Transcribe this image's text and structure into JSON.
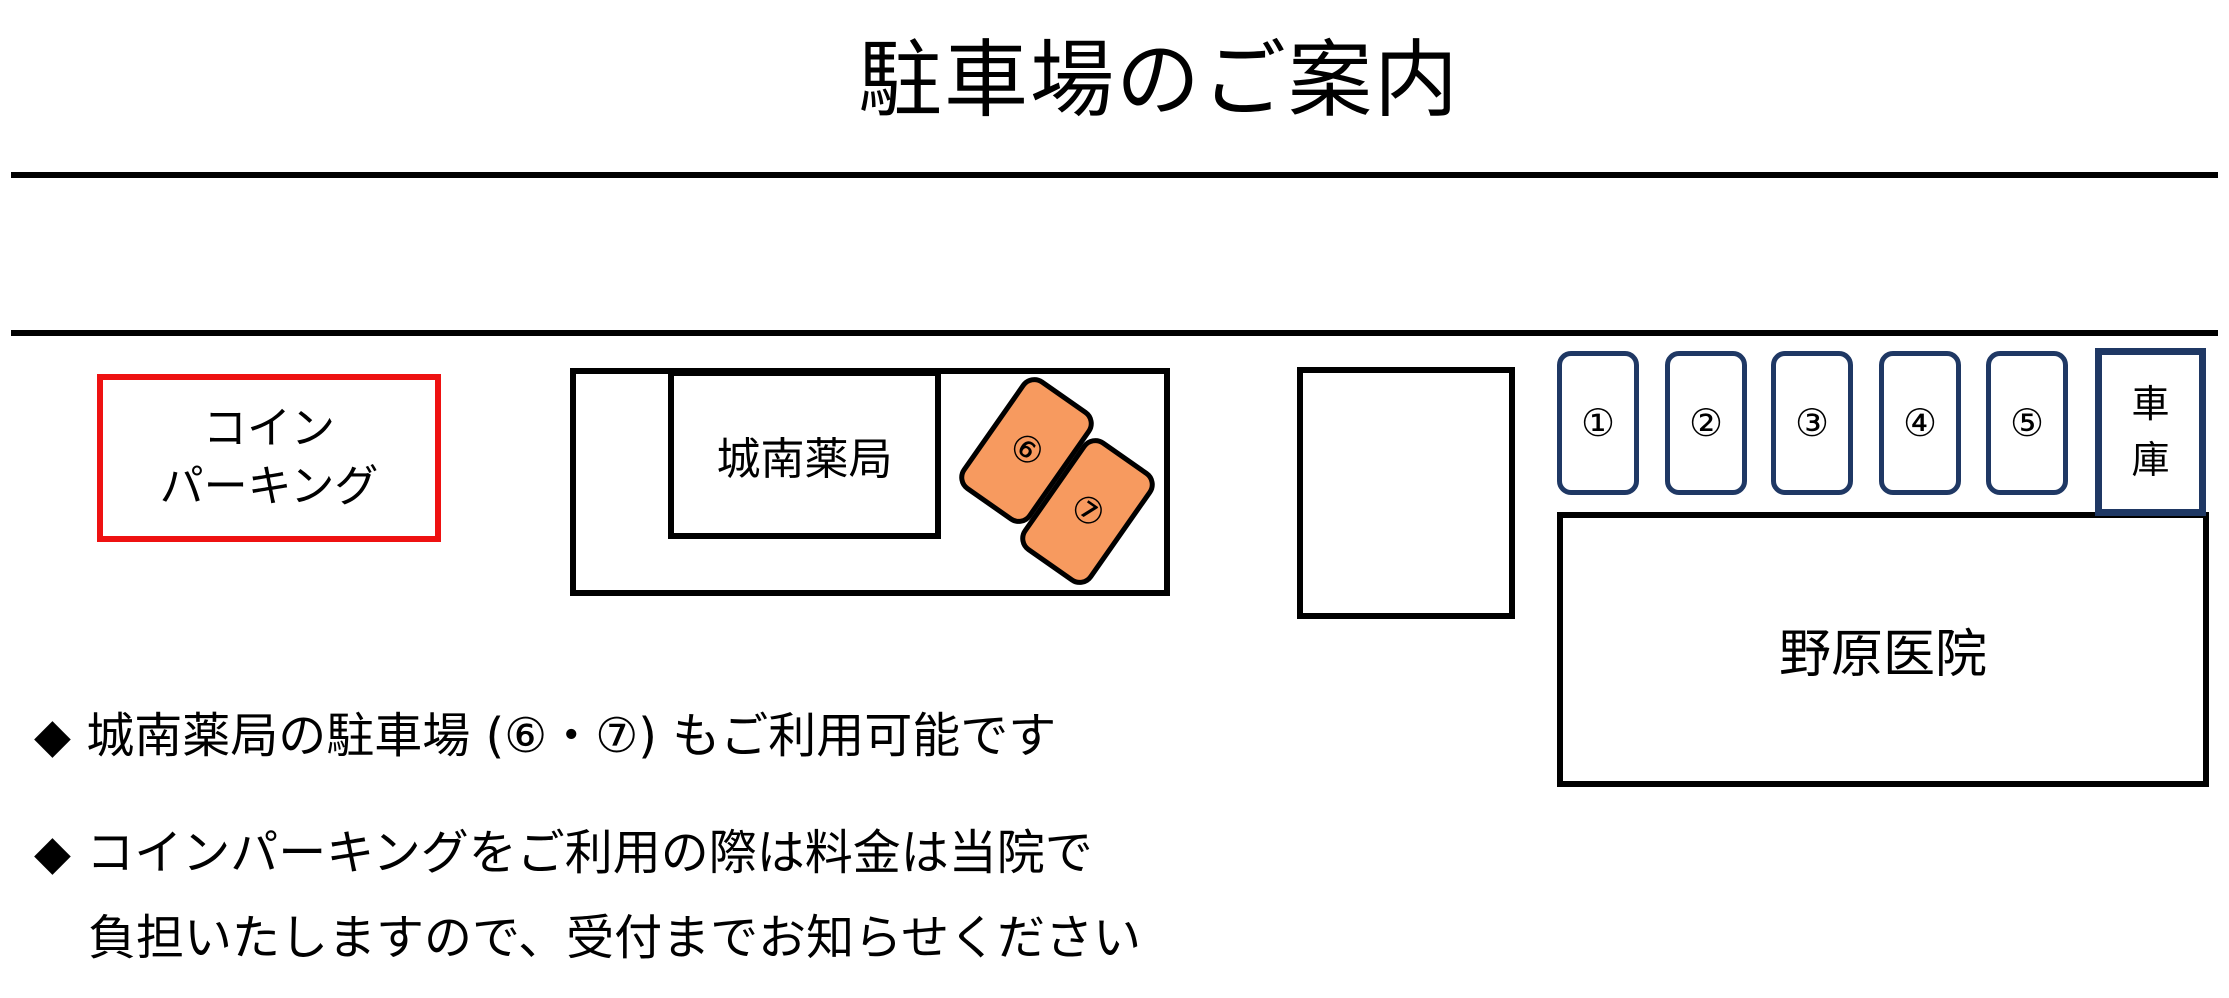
{
  "title": "駐車場のご案内",
  "coin_parking": {
    "line1": "コイン",
    "line2": "パーキング"
  },
  "pharmacy": {
    "name": "城南薬局",
    "spots": [
      "⑥",
      "⑦"
    ]
  },
  "clinic": {
    "name": "野原医院",
    "spots": [
      "①",
      "②",
      "③",
      "④",
      "⑤"
    ],
    "garage": [
      "車",
      "庫"
    ]
  },
  "notes": {
    "bullet": "◆",
    "line1": "城南薬局の駐車場 (⑥・⑦) もご利用可能です",
    "line2": "コインパーキングをご利用の際は料金は当院で",
    "line3": "負担いたしますので、受付までお知らせください"
  },
  "colors": {
    "coin_border": "#ee1111",
    "spot_border": "#1f3864",
    "pharmacy_spot_fill": "#f79a5f"
  }
}
